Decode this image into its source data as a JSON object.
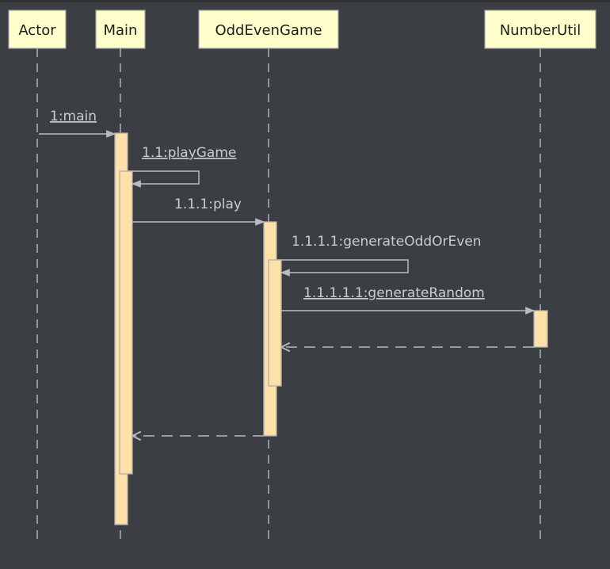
{
  "colors": {
    "background": "#3b3e42",
    "participant_fill": "#ffffcc",
    "participant_border": "#a0a0a0",
    "activation_fill": "#ffe0a6",
    "activation_border": "#b0b0b0",
    "line": "#b8bcc2",
    "text_light": "#c9ccd0",
    "text_dark": "#1e1e1e"
  },
  "participants": [
    {
      "id": "actor",
      "name": "Actor"
    },
    {
      "id": "main",
      "name": "Main"
    },
    {
      "id": "oddevengame",
      "name": "OddEvenGame"
    },
    {
      "id": "numberutil",
      "name": "NumberUtil"
    }
  ],
  "messages": [
    {
      "id": "m1",
      "label": "1:main",
      "from": "actor",
      "to": "main",
      "kind": "call"
    },
    {
      "id": "m2",
      "label": "1.1:playGame",
      "from": "main",
      "to": "main",
      "kind": "self"
    },
    {
      "id": "m3",
      "label": "1.1.1:play",
      "from": "main",
      "to": "oddevengame",
      "kind": "call"
    },
    {
      "id": "m4",
      "label": "1.1.1.1:generateOddOrEven",
      "from": "oddevengame",
      "to": "oddevengame",
      "kind": "self"
    },
    {
      "id": "m5",
      "label": "1.1.1.1.1:generateRandom",
      "from": "oddevengame",
      "to": "numberutil",
      "kind": "call"
    },
    {
      "id": "r1",
      "label": "",
      "from": "numberutil",
      "to": "oddevengame",
      "kind": "return"
    },
    {
      "id": "r2",
      "label": "",
      "from": "oddevengame",
      "to": "main",
      "kind": "return"
    }
  ]
}
